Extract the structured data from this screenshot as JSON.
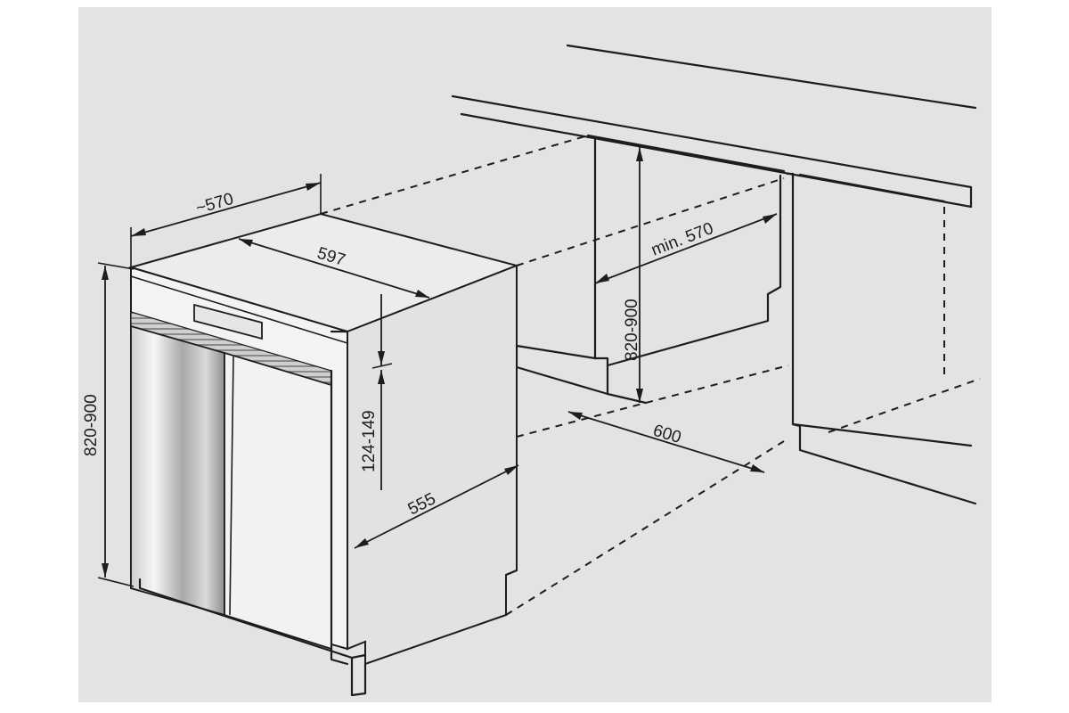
{
  "colors": {
    "background": "#e3e3e3",
    "frame": "#ffffff",
    "line": "#1d1d1b",
    "steel_light": "#f4f4f4",
    "steel_dark": "#9a9a9a"
  },
  "dimensions": {
    "depth_top": "~570",
    "width_top": "597",
    "height_total": "820-900",
    "plinth_height": "124-149",
    "depth_lower": "555",
    "niche_depth": "min. 570",
    "niche_height": "820-900",
    "niche_width": "600"
  }
}
